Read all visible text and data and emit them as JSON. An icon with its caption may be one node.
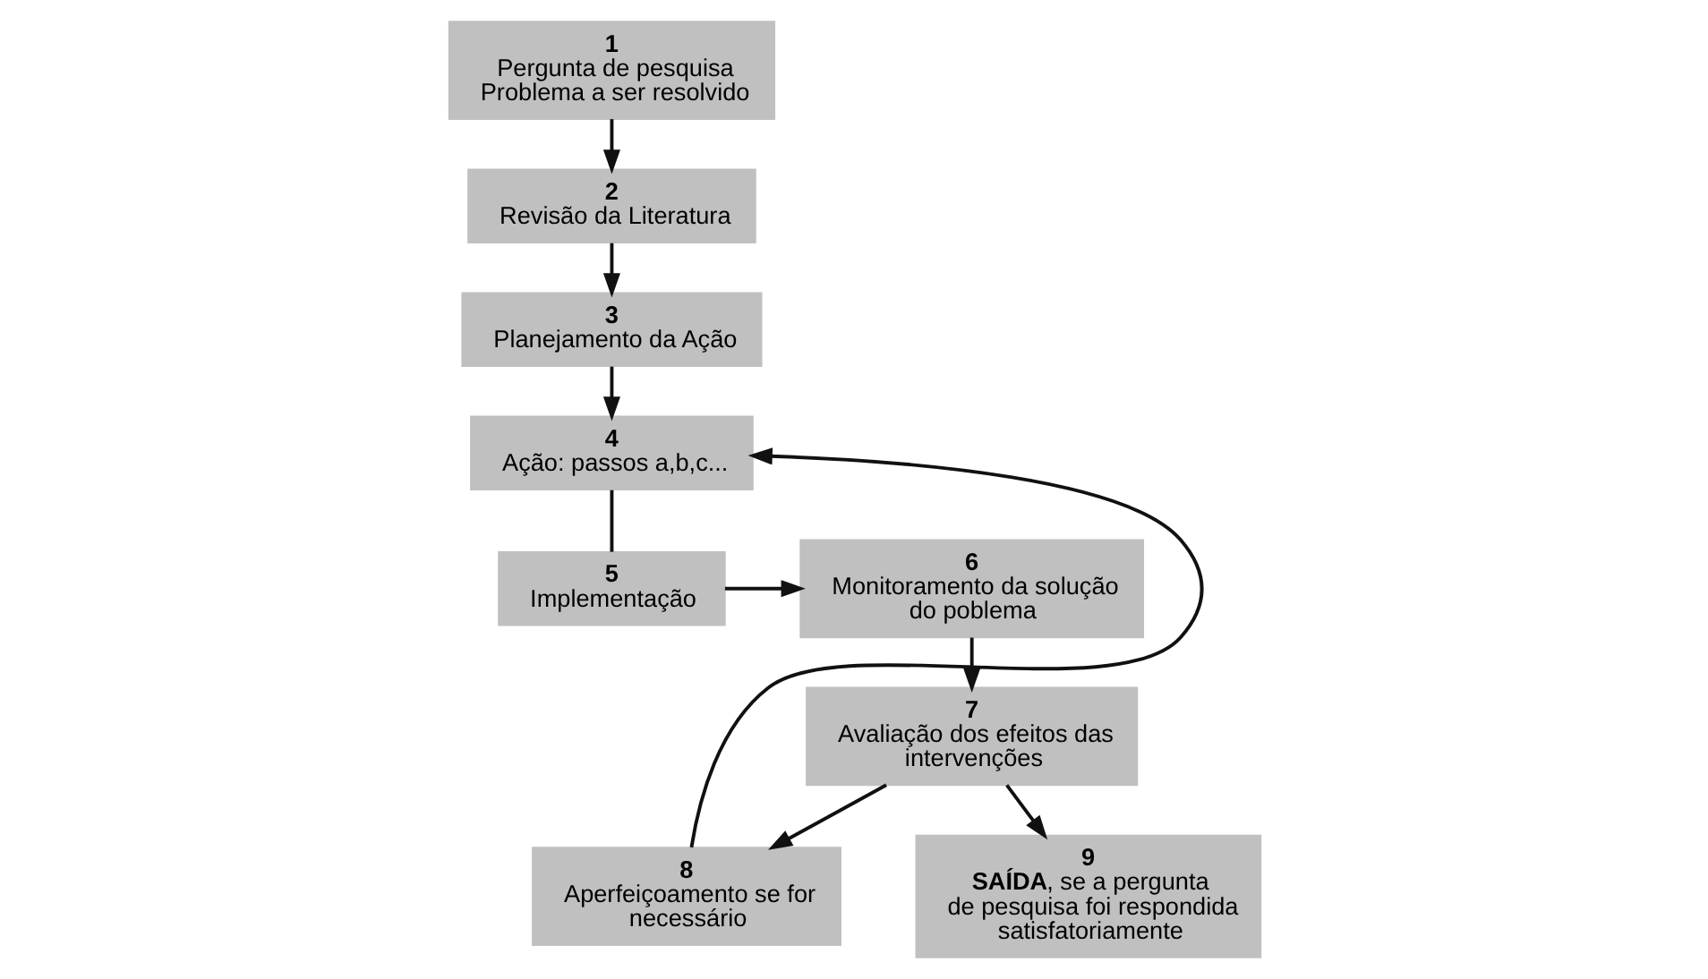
{
  "diagram": {
    "nodes": [
      {
        "text": [
          "1",
          "Pergunta de pesquisa Problema a ser resolvido"
        ]
      },
      {
        "text": [
          "2",
          "Revisão da Literatura"
        ]
      },
      {
        "text": [
          "3",
          "Planejamento da Ação"
        ]
      },
      {
        "text": [
          "4",
          "Ação: passos a,b,c..."
        ]
      },
      {
        "text": [
          "5",
          "Implementação"
        ]
      },
      {
        "text": [
          "6",
          "Monitoramento da solução do poblema"
        ]
      },
      {
        "text": [
          "7",
          "Avaliação dos efeitos das intervenções"
        ]
      },
      {
        "text": [
          "8",
          "Aperfeiçoamento se for necessário"
        ]
      },
      {
        "text": [
          "9",
          "**SAÍDA**, se a pergunta de pesquisa foi respondida satisfatoriamente"
        ]
      }
    ],
    "edges": [
      {
        "from": 0,
        "to": 1,
        "arrow": "to"
      },
      {
        "from": 1,
        "to": 2,
        "arrow": "to"
      },
      {
        "from": 2,
        "to": 3,
        "arrow": "to"
      },
      {
        "from": 7,
        "to": 3,
        "arrow": "to"
      },
      {
        "from": 3,
        "to": 4,
        "arrow": "none"
      },
      {
        "from": 4,
        "to": 5,
        "arrow": "to"
      },
      {
        "from": 5,
        "to": 6,
        "arrow": "to"
      },
      {
        "from": 6,
        "to": 7,
        "arrow": "to"
      },
      {
        "from": 6,
        "to": 8,
        "arrow": "to"
      }
    ]
  }
}
